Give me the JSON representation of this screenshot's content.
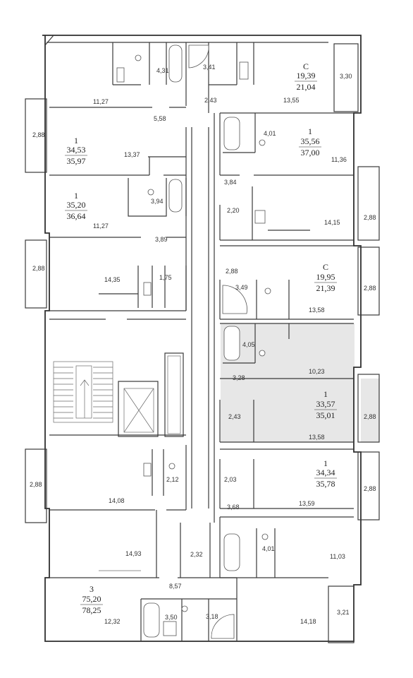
{
  "colors": {
    "highlight": "#e7e7e7",
    "walls": "#3a3a3a",
    "text": "#333333"
  },
  "apartments": [
    {
      "id": "apt-c-top-right",
      "type": "С",
      "living": "19,39",
      "total": "21,04",
      "highlighted": false
    },
    {
      "id": "apt-1-left-a",
      "type": "1",
      "living": "34,53",
      "total": "35,97",
      "highlighted": false
    },
    {
      "id": "apt-1-right-a",
      "type": "1",
      "living": "35,56",
      "total": "37,00",
      "highlighted": false
    },
    {
      "id": "apt-1-left-b",
      "type": "1",
      "living": "35,20",
      "total": "36,64",
      "highlighted": false
    },
    {
      "id": "apt-c-right-b",
      "type": "С",
      "living": "19,95",
      "total": "21,39",
      "highlighted": false
    },
    {
      "id": "apt-1-right-selected",
      "type": "1",
      "living": "33,57",
      "total": "35,01",
      "highlighted": true
    },
    {
      "id": "apt-1-right-c",
      "type": "1",
      "living": "34,34",
      "total": "35,78",
      "highlighted": false
    },
    {
      "id": "apt-3-bottom-left",
      "type": "3",
      "living": "75,20",
      "total": "78,25",
      "highlighted": false
    }
  ],
  "rooms": [
    "4,31",
    "3,41",
    "3,30",
    "11,27",
    "2,43",
    "13,55",
    "5,58",
    "2,88",
    "13,37",
    "4,01",
    "11,36",
    "3,94",
    "11,27",
    "3,84",
    "2,20",
    "14,15",
    "2,88",
    "3,89",
    "2,88",
    "2,88",
    "14,35",
    "1,75",
    "3,49",
    "2,88",
    "13,58",
    "4,05",
    "10,23",
    "3,28",
    "2,43",
    "2,88",
    "13,58",
    "2,88",
    "2,12",
    "14,08",
    "2,03",
    "2,88",
    "3,68",
    "13,59",
    "4,01",
    "14,93",
    "11,03",
    "2,32",
    "8,57",
    "12,32",
    "3,50",
    "3,18",
    "14,18",
    "3,21"
  ]
}
